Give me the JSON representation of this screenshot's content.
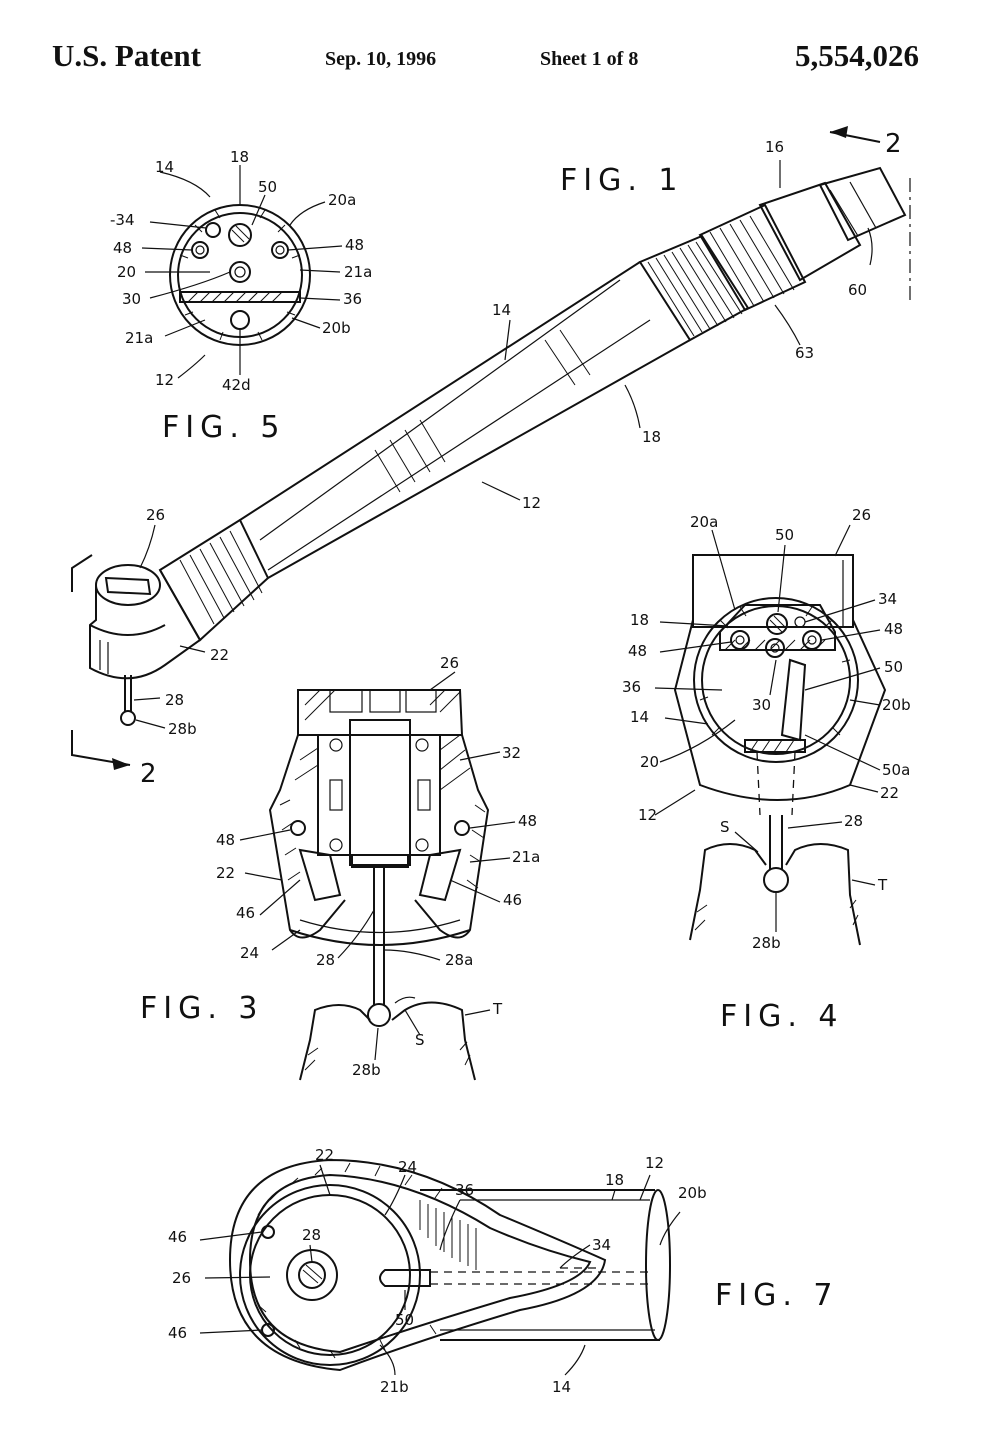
{
  "header": {
    "left": "U.S. Patent",
    "date": "Sep. 10, 1996",
    "sheet": "Sheet 1 of 8",
    "patent_number": "5,554,026"
  },
  "figures": {
    "fig1": {
      "title": "FIG. 1",
      "labels": {
        "l16": "16",
        "l2a": "2",
        "l2b": "2",
        "l60": "60",
        "l63": "63",
        "l14": "14",
        "l18": "18",
        "l12": "12",
        "l26": "26",
        "l22": "22",
        "l28": "28",
        "l28b": "28b"
      }
    },
    "fig5": {
      "title": "FIG. 5",
      "labels": {
        "l14": "14",
        "l18": "18",
        "l50": "50",
        "l20a": "20a",
        "l34": "-34",
        "l48a": "48",
        "l48b": "48",
        "l20": "20",
        "l21a": "21a",
        "l30": "30",
        "l36": "36",
        "l21a2": "21a",
        "l20b": "20b",
        "l12": "12",
        "l42d": "42d"
      }
    },
    "fig3": {
      "title": "FIG. 3",
      "labels": {
        "l26": "26",
        "l32": "32",
        "l48a": "48",
        "l48b": "48",
        "l22": "22",
        "l21a": "21a",
        "l46a": "46",
        "l46b": "46",
        "l24": "24",
        "l28": "28",
        "l28a": "28a",
        "lT": "T",
        "lS": "S",
        "l28b": "28b"
      }
    },
    "fig4": {
      "title": "FIG. 4",
      "labels": {
        "l20a": "20a",
        "l50": "50",
        "l26": "26",
        "l18": "18",
        "l34": "34",
        "l48a": "48",
        "l48b": "48",
        "l50b": "50",
        "l36": "36",
        "l30": "30",
        "l20b": "20b",
        "l14": "14",
        "l20": "20",
        "l50a": "50a",
        "l22": "22",
        "l12": "12",
        "lS": "S",
        "l28": "28",
        "lT": "T",
        "l28b": "28b"
      }
    },
    "fig7": {
      "title": "FIG. 7",
      "labels": {
        "l22": "22",
        "l24": "24",
        "l36": "36",
        "l18": "18",
        "l12": "12",
        "l20b": "20b",
        "l46a": "46",
        "l28": "28",
        "l34": "34",
        "l26": "26",
        "l50": "50",
        "l46b": "46",
        "l21b": "21b",
        "l14": "14"
      }
    }
  }
}
